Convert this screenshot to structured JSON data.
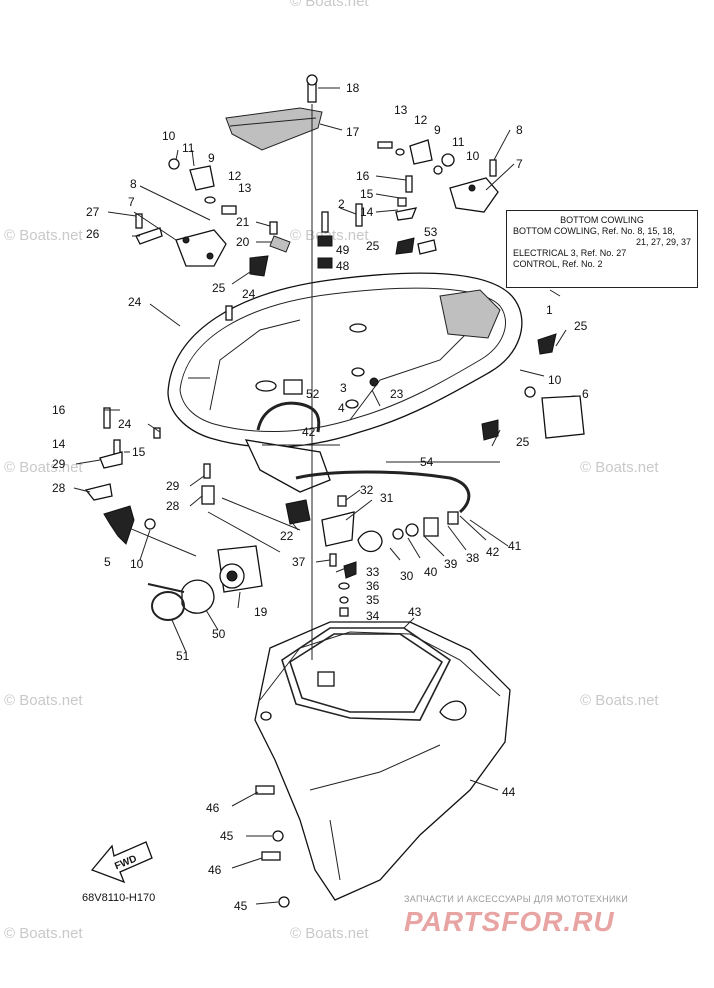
{
  "diagram_code": "68V8110-H170",
  "legend": {
    "title": "BOTTOM COWLING",
    "line1": "BOTTOM COWLING, Ref. No. 8, 15, 18,",
    "line2": "21, 27, 29, 37",
    "line3": "ELECTRICAL 3, Ref. No. 27",
    "line4": "CONTROL, Ref. No. 2"
  },
  "direction_label": "FWD",
  "watermark": "© Boats.net",
  "shop_banner": {
    "tagline": "ЗАПЧАСТИ И АКСЕССУАРЫ ДЛЯ МОТОТЕХНИКИ",
    "brand": "PARTSFOR.RU"
  },
  "callouts": [
    "18",
    "17",
    "13",
    "12",
    "9",
    "11",
    "10",
    "8",
    "7",
    "10",
    "11",
    "9",
    "12",
    "13",
    "8",
    "7",
    "27",
    "26",
    "21",
    "20",
    "25",
    "24",
    "16",
    "15",
    "2",
    "14",
    "49",
    "48",
    "25",
    "53",
    "24",
    "1",
    "25",
    "10",
    "6",
    "52",
    "3",
    "4",
    "23",
    "42",
    "16",
    "24",
    "15",
    "14",
    "29",
    "28",
    "29",
    "28",
    "54",
    "25",
    "32",
    "31",
    "22",
    "5",
    "10",
    "37",
    "30",
    "40",
    "39",
    "38",
    "42",
    "41",
    "33",
    "36",
    "35",
    "34",
    "19",
    "50",
    "51",
    "43",
    "44",
    "46",
    "45",
    "46",
    "45"
  ],
  "colors": {
    "line": "#222222",
    "watermark": "#c9c9c9",
    "brand": "#e8a3a3"
  }
}
